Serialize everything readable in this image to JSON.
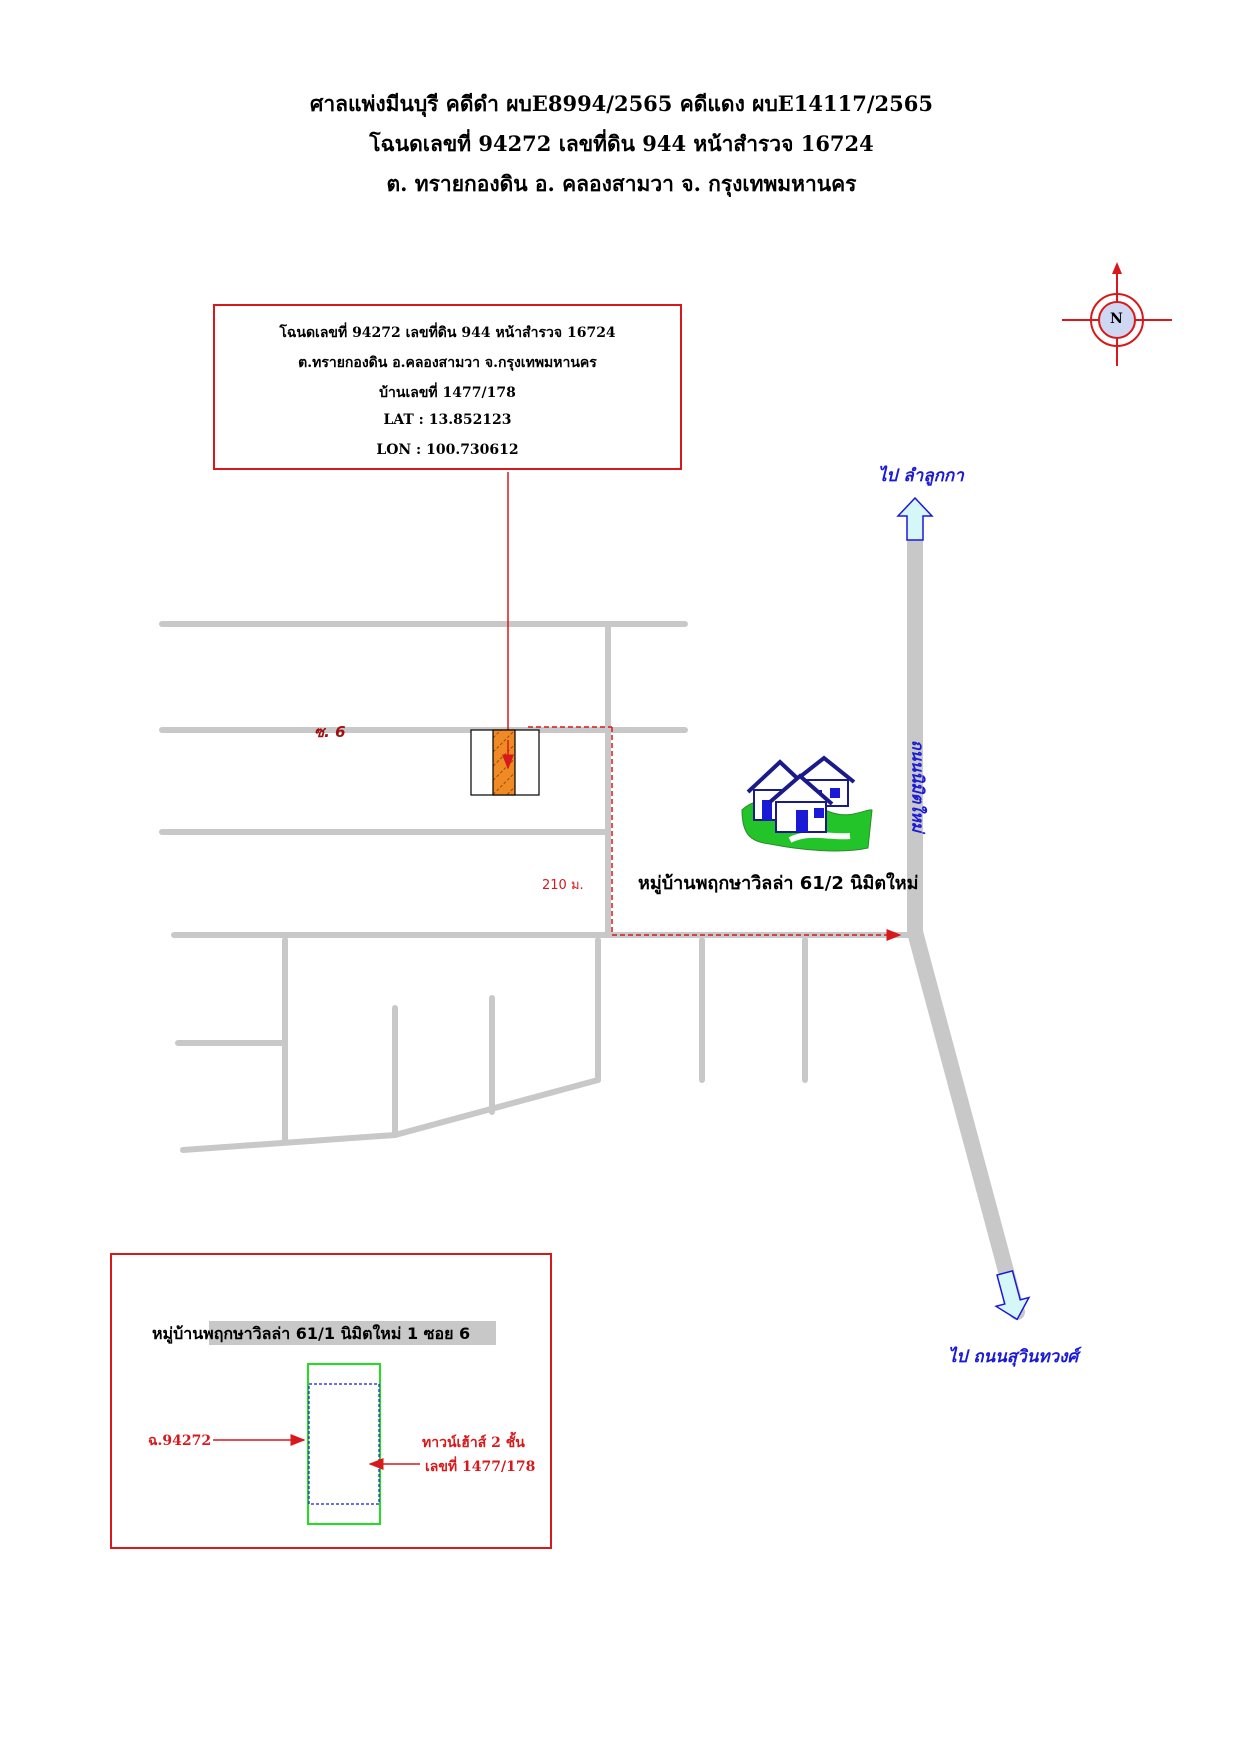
{
  "header": {
    "line1": "ศาลแพ่งมีนบุรี คดีดำ ผบE8994/2565  คดีแดง ผบE14117/2565",
    "line2": "โฉนดเลขที่ 94272 เลขที่ดิน 944 หน้าสำรวจ 16724",
    "line3": "ต. ทรายกองดิน อ. คลองสามวา จ. กรุงเทพมหานคร"
  },
  "info_box": {
    "line1": "โฉนดเลขที่ 94272 เลขที่ดิน 944 หน้าสำรวจ 16724",
    "line2": "ต.ทรายกองดิน อ.คลองสามวา จ.กรุงเทพมหานคร",
    "line3": "บ้านเลขที่ 1477/178",
    "line4": "LAT : 13.852123",
    "line5": "LON : 100.730612"
  },
  "compass": {
    "label": "N"
  },
  "map": {
    "to_north_label": "ไป ลำลูกกา",
    "to_south_label": "ไป ถนนสุวินทวงศ์",
    "main_road_label": "ถนนนิมิตใหม่",
    "soi_label": "ซ. 6",
    "distance_label": "210 ม.",
    "village_label": "หมู่บ้านพฤกษาวิลล่า 61/2 นิมิตใหม่"
  },
  "inset": {
    "title": "หมู่บ้านพฤกษาวิลล่า 61/1 นิมิตใหม่ 1 ซอย 6",
    "deed_label": "ฉ.94272",
    "house_type_label": "ทาวน์เฮ้าส์ 2 ชั้น",
    "house_no_label": "เลขที่ 1477/178"
  },
  "colors": {
    "road": "#c8c8c8",
    "frame": "#d7191c",
    "route": "#d7191c",
    "plot": "#f08a24",
    "label_blue": "#1a1ad6",
    "inset_outline": "#22dd22"
  }
}
